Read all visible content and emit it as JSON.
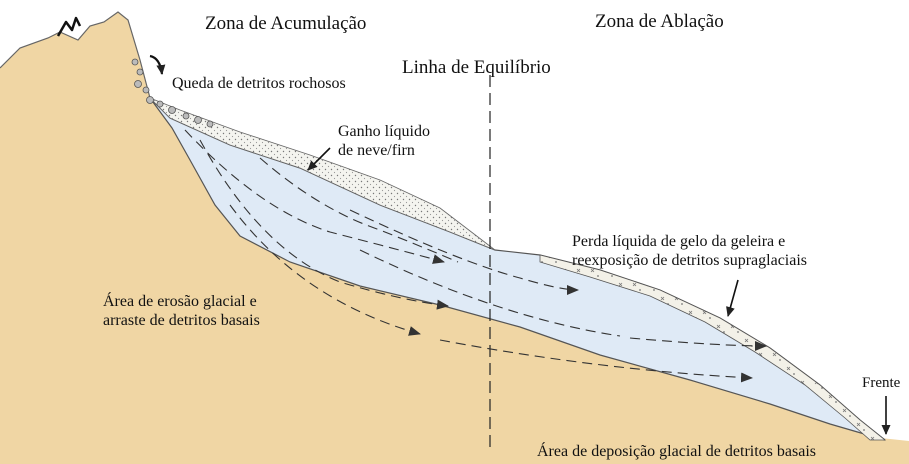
{
  "zones": {
    "accumulation": "Zona de Acumulação",
    "ablation": "Zona de Ablação",
    "equilibrium_line": "Linha de Equilíbrio"
  },
  "labels": {
    "rockfall": "Queda de detritos rochosos",
    "net_gain": [
      "Ganho líquido",
      "de neve/firn"
    ],
    "net_loss": [
      "Perda líquida de gelo da geleira e",
      "reexposição de detritos supraglaciais"
    ],
    "erosion": [
      "Área de erosão glacial e",
      "arraste de detritos basais"
    ],
    "front": "Frente",
    "deposition": "Área de deposição glacial de detritos basais"
  },
  "colors": {
    "rock": "#f0d6a4",
    "ice": "#dfeaf6",
    "firn": "#f2f2ee",
    "outline": "#444444",
    "arrow": "#333333"
  },
  "icons": [
    "curved-arrow-icon",
    "down-arrow-icon",
    "flow-arrow-icon",
    "dashed-line"
  ]
}
